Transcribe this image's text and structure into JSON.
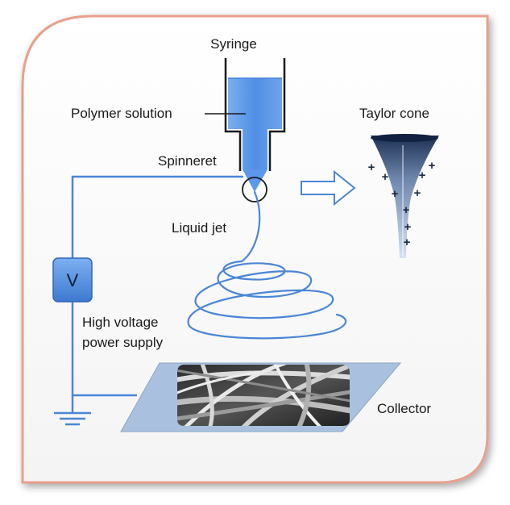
{
  "labels": {
    "syringe": "Syringe",
    "polymer_solution": "Polymer solution",
    "spinneret": "Spinneret",
    "taylor_cone": "Taylor cone",
    "liquid_jet": "Liquid jet",
    "power_supply_line1": "High voltage",
    "power_supply_line2": "power supply",
    "collector": "Collector",
    "voltmeter": "V"
  },
  "taylor_cone_charges": [
    "+",
    "+",
    "+",
    "+",
    "+",
    "+",
    "+",
    "+",
    "+"
  ],
  "colors": {
    "frame_border": "#e8a08c",
    "wire": "#4a86d6",
    "solution": "#5b97ea",
    "collector": "#a9c1de",
    "voltmeter": "#3f7fd6"
  }
}
